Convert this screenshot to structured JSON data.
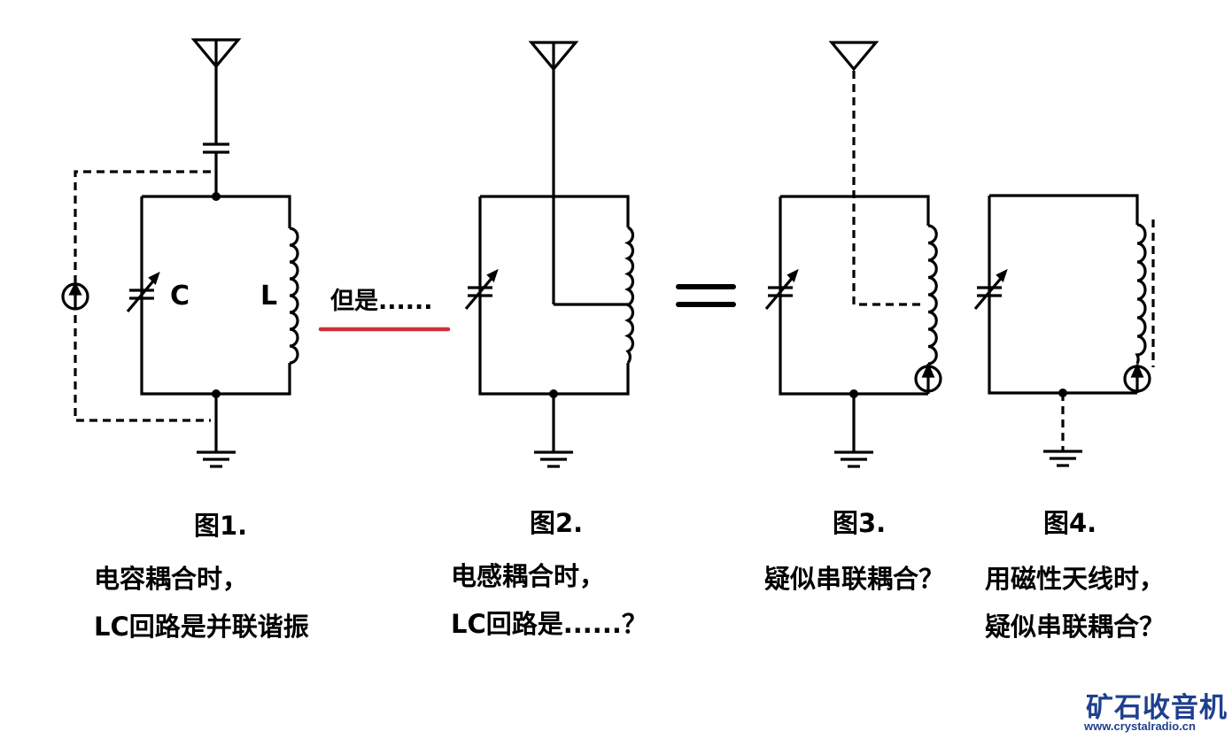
{
  "colors": {
    "ink": "#000000",
    "accent_underline": "#d0303a",
    "logo": "#1f3f8f",
    "background": "#ffffff"
  },
  "figures": [
    {
      "id": "fig1",
      "title": "图1.",
      "caption_lines": [
        "电容耦合时，",
        "LC回路是并联谐振"
      ],
      "component_labels": {
        "capacitor": "C",
        "inductor": "L"
      },
      "elements": [
        "antenna-icon",
        "coupling-capacitor",
        "variable-capacitor",
        "inductor",
        "signal-source (dashed loop)",
        "ground-icon"
      ]
    },
    {
      "id": "fig2",
      "title": "图2.",
      "caption_lines": [
        "电感耦合时，",
        "LC回路是......？"
      ],
      "elements": [
        "antenna-icon",
        "variable-capacitor",
        "tapped inductor",
        "ground-icon"
      ]
    },
    {
      "id": "fig3",
      "title": "图3.",
      "caption_lines": [
        "疑似串联耦合？"
      ],
      "elements": [
        "antenna-icon (dashed feed)",
        "variable-capacitor",
        "tapped inductor",
        "series signal-source",
        "ground-icon"
      ]
    },
    {
      "id": "fig4",
      "title": "图4.",
      "caption_lines": [
        "用磁性天线时，",
        "疑似串联耦合？"
      ],
      "elements": [
        "variable-capacitor",
        "inductor with ferrite core (dashed)",
        "series signal-source",
        "ground-icon (dashed)"
      ]
    }
  ],
  "transition_text": "但是......",
  "equals_sign": "=",
  "logo": {
    "name": "矿石收音机",
    "url_text": "www.crystalradio.cn"
  }
}
